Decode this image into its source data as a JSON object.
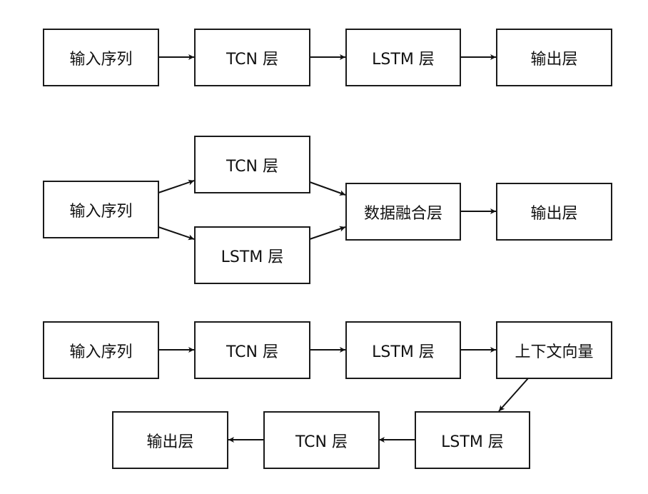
{
  "diagram1": {
    "input": "输入序列",
    "tcn": "TCN 层",
    "lstm": "LSTM 层",
    "output": "输出层"
  },
  "diagram2": {
    "input": "输入序列",
    "tcn": "TCN 层",
    "lstm": "LSTM 层",
    "fusion": "数据融合层",
    "output": "输出层"
  },
  "diagram3": {
    "input": "输入序列",
    "tcn": "TCN 层",
    "lstm": "LSTM 层",
    "context": "上下文向量",
    "lstm2": "LSTM 层",
    "tcn2": "TCN 层",
    "output": "输出层"
  }
}
